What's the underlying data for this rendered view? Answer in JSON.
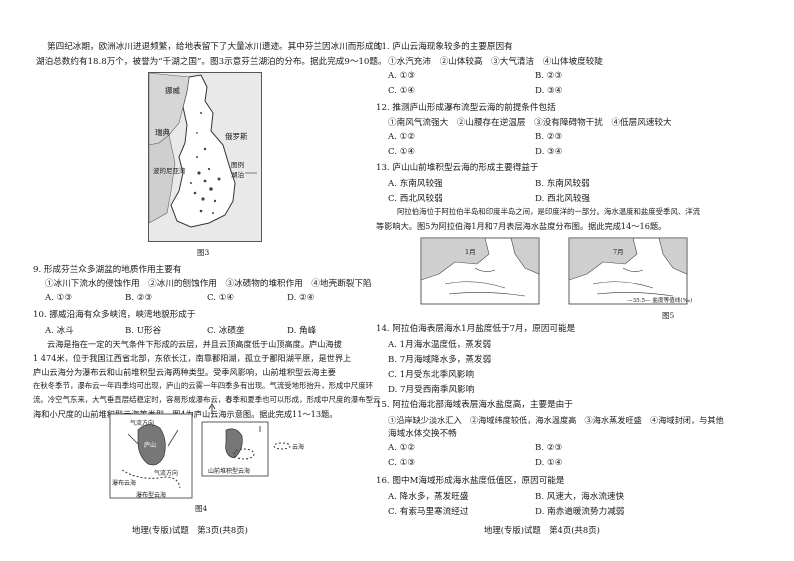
{
  "left": {
    "intro_1": "第四纪冰期，欧洲冰川进退频繁，给地表留下了大量冰川遗迹。其中芬兰因冰川而形成的",
    "intro_2": "湖泊总数约有18.8万个，被誉为“千湖之国”。图3示意芬兰湖泊的分布。据此完成9～10题。",
    "map3": {
      "label_norway": "挪威",
      "label_sweden": "瑞典",
      "label_russia": "俄罗斯",
      "label_gulf": "波的尼亚湾",
      "legend_title": "图例",
      "legend_item": "湖泊",
      "caption": "图3"
    },
    "q9": {
      "stem": "9. 形成芬兰众多湖盆的地质作用主要有",
      "items": "①冰川下流水的侵蚀作用　②冰川的刨蚀作用　③冰碛物的堆积作用　④地壳断裂下陷",
      "A": "A. ①③",
      "B": "B. ②③",
      "C": "C. ①④",
      "D": "D. ②④"
    },
    "q10": {
      "stem": "10. 挪威沿海有众多峡湾，峡湾地貌形成于",
      "A": "A. 冰斗",
      "B": "B. U形谷",
      "C": "C. 冰碛垄",
      "D": "D. 角峰"
    },
    "intro2_1": "云海是指在一定的天气条件下形成的云层，并且云顶高度低于山顶高度。庐山海拔",
    "intro2_2": "1 474米，位于我国江西省北部，东依长江，南靠鄱阳湖，孤立于鄱阳湖平原，是世界上",
    "intro2_3": "庐山云海分为瀑布云和山前堆积型云海两种类型。受季风影响，山前堆积型云海主要",
    "intro2_4": "在秋冬季节，瀑布云一年四季均可出现，庐山的云雾一年四季多有出现。气流受地形抬升，形成中尺度环",
    "intro2_5": "流。冷空气东来，大气垂直层结稳定时，容易形成瀑布云，春季和夏季也可以形成，形成中尺度的瀑布型云",
    "intro2_6": "海和小尺度的山前堆积型云海等类型。图4为庐山云海示意图。据此完成11～13题。",
    "map4": {
      "label_airflow1": "气流方向",
      "label_airflow2": "气流方向",
      "label_lushan": "庐山",
      "label_waterfall": "瀑布云海",
      "label_bottom": "瀑布型云海",
      "label_piled": "山前堆积型云海",
      "legend_cloud": "云海",
      "caption": "图4"
    },
    "footer": "地理(专版)试题　第3页(共8页)"
  },
  "right": {
    "q11": {
      "stem": "11. 庐山云海现象较多的主要原因有",
      "items": "①水汽充沛　②山体较高　③大气清洁　④山体坡度较陡",
      "A": "A. ①③",
      "B": "B. ②③",
      "C": "C. ①④",
      "D": "D. ③④"
    },
    "q12": {
      "stem": "12. 推测庐山形成瀑布流型云海的前提条件包括",
      "items": "①南风气流强大　②山腰存在逆温层　③没有障碍物干扰　④低层风速较大",
      "A": "A. ①②",
      "B": "B. ②③",
      "C": "C. ①④",
      "D": "D. ③④"
    },
    "q13": {
      "stem": "13. 庐山山前堆积型云海的形成主要得益于",
      "A": "A. 东南风较强",
      "B": "B. 东南风较弱",
      "C": "C. 西北风较弱",
      "D": "D. 西北风较强"
    },
    "intro3_1": "阿拉伯海位于阿拉伯半岛和印度半岛之间，是印度洋的一部分。海水温度和盐度受季风、洋流",
    "intro3_2": "等影响大。图5为阿拉伯海1月和7月表层海水盐度分布图。据此完成14～16题。",
    "map5": {
      "left_title": "1月",
      "right_title": "7月",
      "iso_label": "—35.5— 盐度等值线(‰)",
      "caption": "图5"
    },
    "q14": {
      "stem": "14. 阿拉伯海表层海水1月盐度低于7月，原因可能是",
      "A": "A. 1月海水温度低，蒸发弱",
      "B": "B. 7月海域降水多，蒸发弱",
      "C": "C. 1月受东北季风影响",
      "D": "D. 7月受西南季风影响"
    },
    "q15": {
      "stem": "15. 阿拉伯海北部海域表层海水盐度高，主要是由于",
      "items1": "①沿岸缺少淡水汇入　②海域纬度较低，海水温度高　③海水蒸发旺盛　④海域封闭，与其他",
      "items2": "海域水体交换不畅",
      "A": "A. ①②",
      "B": "B. ②③",
      "C": "C. ①③",
      "D": "D. ①④"
    },
    "q16": {
      "stem": "16. 图中M海域形成海水盐度低值区，原因可能是",
      "A": "A. 降水多，蒸发旺盛",
      "B": "B. 风速大，海水流速快",
      "C": "C. 有索马里寒流经过",
      "D": "D. 南赤道暖流势力减弱"
    },
    "footer": "地理(专版)试题　第4页(共8页)"
  }
}
